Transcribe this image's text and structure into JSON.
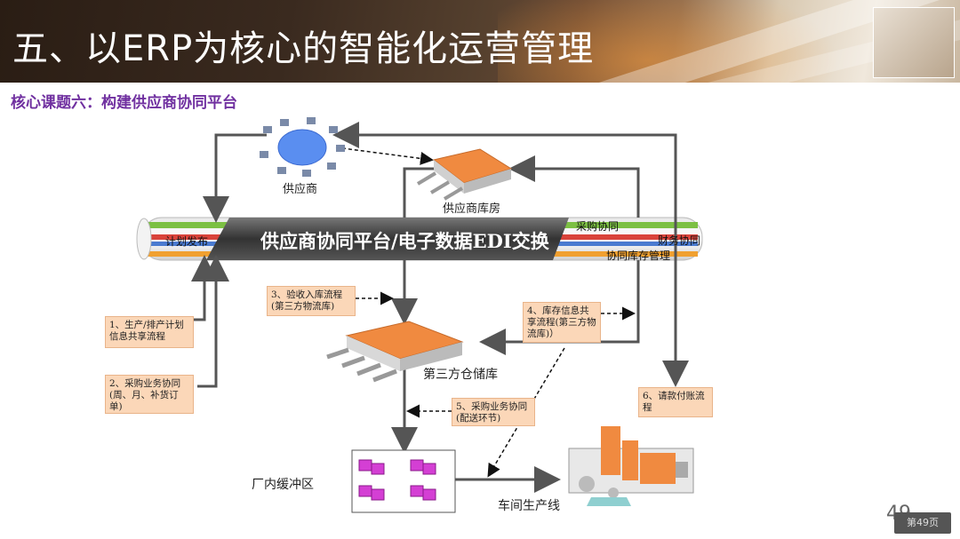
{
  "header": {
    "title": "五、以ERP为核心的智能化运营管理"
  },
  "subtitle": "核心课题六：构建供应商协同平台",
  "pipe": {
    "center": "供应商协同平台/电子数据EDI交换",
    "left": "计划发布",
    "right1": "采购协同",
    "right2": "财务协同",
    "right3": "协同库存管理"
  },
  "nodes": {
    "supplier": "供应商",
    "supplier_wh": "供应商库房",
    "third_wh": "第三方仓储库",
    "buffer": "厂内缓冲区",
    "line": "车间生产线"
  },
  "boxes": {
    "b1": "1、生产/排产计划信息共享流程",
    "b2": "2、采购业务协同(周、月、补货订单)",
    "b3": "3、验收入库流程(第三方物流库)",
    "b4": "4、库存信息共享流程(第三方物流库)）",
    "b5": "5、采购业务协同(配送环节)",
    "b6": "6、请款付账流程"
  },
  "footer": {
    "page_number": "49",
    "page_button": "第49页"
  },
  "colors": {
    "subtitle": "#7030a0",
    "box_fill": "#fbd7b8",
    "pipe_green": "#7cc043",
    "pipe_red": "#d9433a",
    "pipe_blue": "#4a7bd0",
    "pipe_orange": "#f0a030"
  }
}
